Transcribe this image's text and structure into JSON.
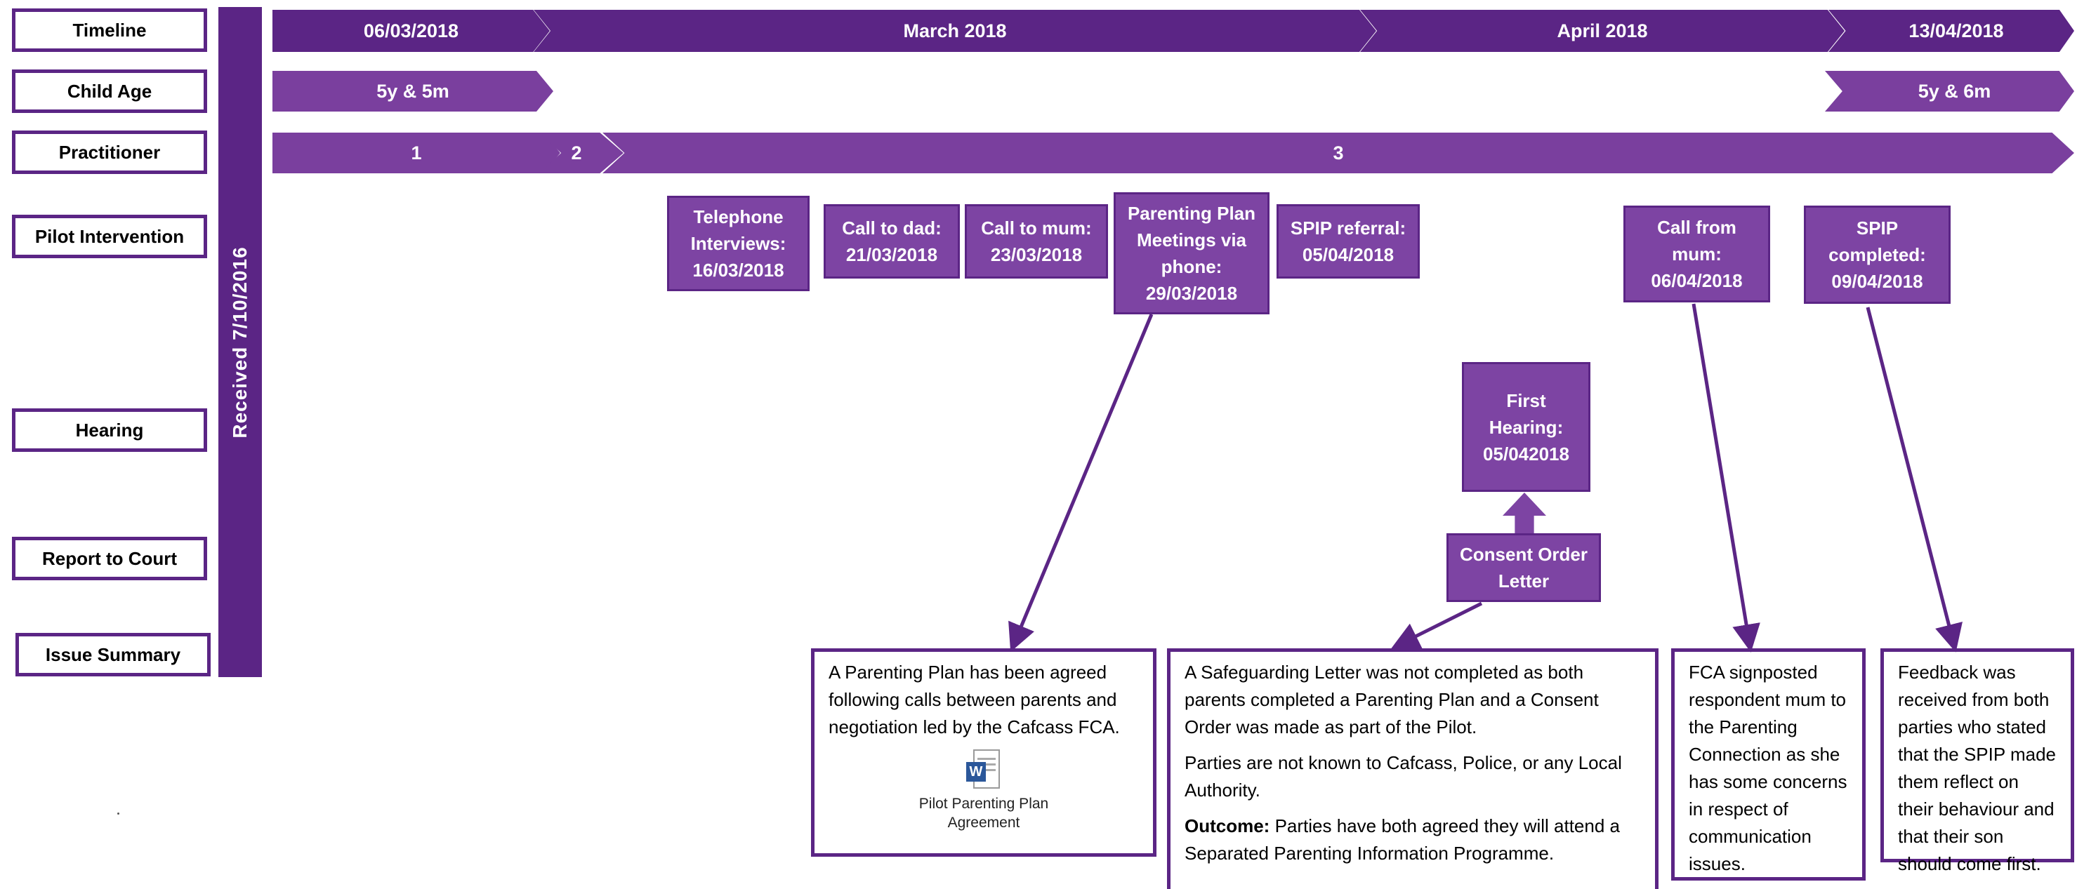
{
  "row_labels": {
    "timeline": "Timeline",
    "child_age": "Child Age",
    "practitioner": "Practitioner",
    "pilot_intervention": "Pilot Intervention",
    "hearing": "Hearing",
    "report_to_court": "Report to Court",
    "issue_summary": "Issue Summary"
  },
  "sidebar": {
    "label": "Received 7/10/2016"
  },
  "timeline": [
    "06/03/2018",
    "March 2018",
    "April 2018",
    "13/04/2018"
  ],
  "child_age": [
    "5y & 5m",
    "5y & 6m"
  ],
  "practitioner": [
    "1",
    "2",
    "3"
  ],
  "interventions": {
    "telephone": "Telephone Interviews: 16/03/2018",
    "call_dad": "Call to dad: 21/03/2018",
    "call_mum": "Call to mum: 23/03/2018",
    "parenting_plan": "Parenting Plan Meetings via phone: 29/03/2018",
    "spip_referral": "SPIP referral: 05/04/2018",
    "call_from_mum": "Call from mum: 06/04/2018",
    "spip_completed": "SPIP completed: 09/04/2018"
  },
  "hearing": {
    "first_hearing": "First Hearing: 05/042018",
    "consent_order": "Consent Order Letter"
  },
  "summaries": {
    "parenting_plan": "A Parenting Plan has been agreed following calls between parents and negotiation led by the Cafcass FCA.",
    "attachment_label": "Pilot Parenting Plan Agreement",
    "attachment_icon": "word-document-icon",
    "safeguarding_p1": "A Safeguarding Letter was not completed as both parents completed a Parenting Plan and a Consent Order was made as part of the Pilot.",
    "safeguarding_p2": "Parties are not known to Cafcass, Police, or any Local Authority.",
    "outcome_label": "Outcome:",
    "outcome_text": " Parties have both agreed they will attend a Separated Parenting Information Programme.",
    "fca": "FCA signposted respondent mum to the Parenting Connection as she has some concerns in respect of communication issues.",
    "feedback": "Feedback was received from both parties who stated that the SPIP made them reflect on their behaviour and that their son should come first."
  },
  "colors": {
    "primary": "#5b2585",
    "secondary": "#7d44a3",
    "word_blue": "#2b579a"
  }
}
